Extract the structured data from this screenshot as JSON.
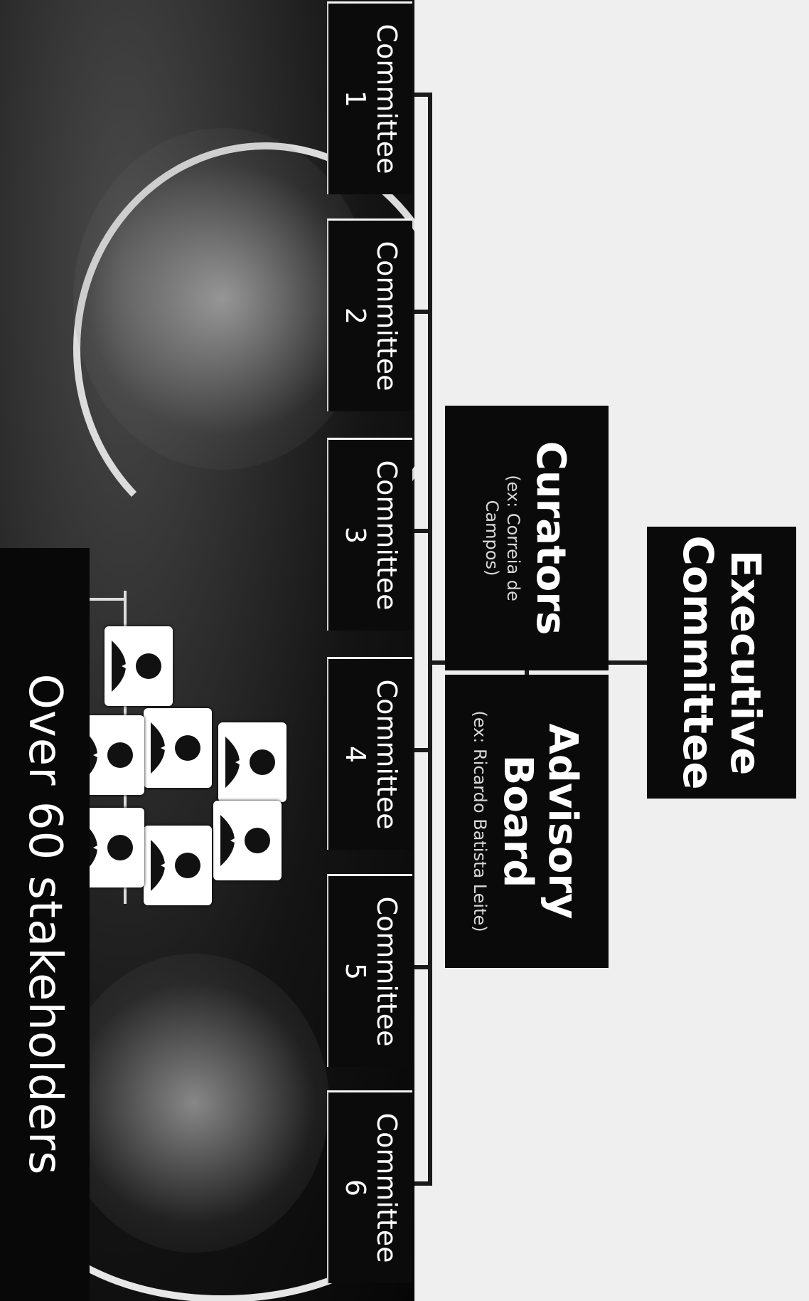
{
  "executive": {
    "line1": "Executive",
    "line2": "Committee"
  },
  "curators": {
    "title": "Curators",
    "note_line1": "(ex: Correia de",
    "note_line2": "Campos)"
  },
  "advisory": {
    "title_line1": "Advisory",
    "title_line2": "Board",
    "note": "(ex: Ricardo Batista Leite)"
  },
  "committees": [
    {
      "label": "Committee",
      "number": "1"
    },
    {
      "label": "Committee",
      "number": "2"
    },
    {
      "label": "Committee",
      "number": "3"
    },
    {
      "label": "Committee",
      "number": "4"
    },
    {
      "label": "Committee",
      "number": "5"
    },
    {
      "label": "Committee",
      "number": "6"
    }
  ],
  "stakeholders": {
    "label": "Over 60 stakeholders",
    "icon": "person-icon",
    "count_shown": 7
  }
}
